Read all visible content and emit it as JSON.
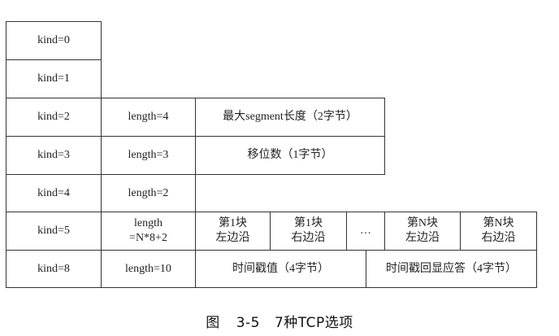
{
  "rows": [
    {
      "kind": "kind=0"
    },
    {
      "kind": "kind=1"
    },
    {
      "kind": "kind=2",
      "length": "length=4",
      "desc": "最大segment长度（2字节）"
    },
    {
      "kind": "kind=3",
      "length": "length=3",
      "desc": "移位数（1字节）"
    },
    {
      "kind": "kind=4",
      "length": "length=2"
    },
    {
      "kind": "kind=5",
      "length_line1": "length",
      "length_line2": "=N*8+2",
      "sack_blocks": [
        {
          "line1": "第1块",
          "line2": "左边沿"
        },
        {
          "line1": "第1块",
          "line2": "右边沿"
        },
        {
          "line1": "第N块",
          "line2": "左边沿"
        },
        {
          "line1": "第N块",
          "line2": "右边沿"
        }
      ],
      "ellipsis": "…"
    },
    {
      "kind": "kind=8",
      "length": "length=10",
      "timestamp": "时间戳值（4字节）",
      "echo": "时间戳回显应答（4字节）"
    }
  ],
  "caption": {
    "fig": "图",
    "number": "3-5",
    "title": "7种TCP选项"
  }
}
